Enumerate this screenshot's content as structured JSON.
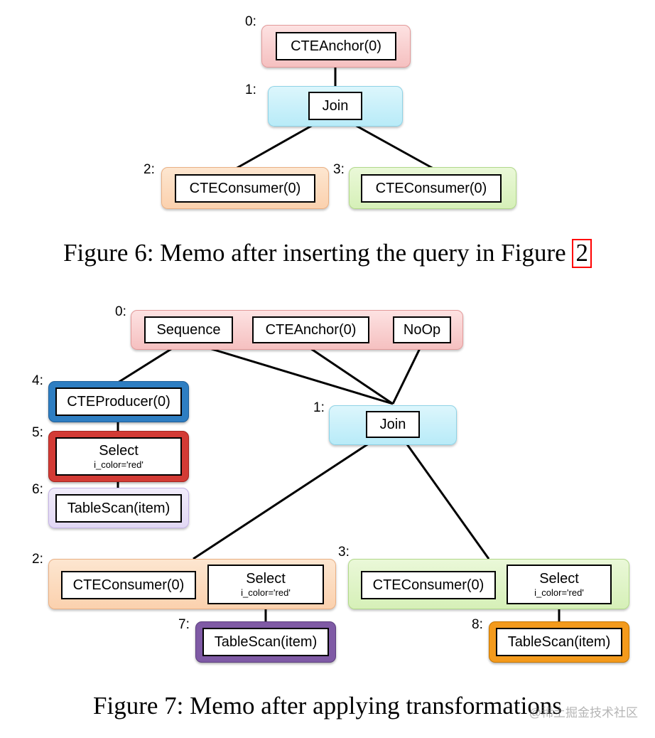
{
  "figure6": {
    "caption_text": "Figure 6: Memo after inserting the query in Figure",
    "caption_ref": "2",
    "groups": [
      {
        "id": "0:",
        "operators": [
          "CTEAnchor(0)"
        ]
      },
      {
        "id": "1:",
        "operators": [
          "Join"
        ]
      },
      {
        "id": "2:",
        "operators": [
          "CTEConsumer(0)"
        ]
      },
      {
        "id": "3:",
        "operators": [
          "CTEConsumer(0)"
        ]
      }
    ]
  },
  "figure7": {
    "caption_text": "Figure 7: Memo after applying transformations",
    "groups": [
      {
        "id": "0:",
        "operators": [
          "Sequence",
          "CTEAnchor(0)",
          "NoOp"
        ]
      },
      {
        "id": "1:",
        "operators": [
          "Join"
        ]
      },
      {
        "id": "2:",
        "operators": [
          "CTEConsumer(0)",
          "Select"
        ],
        "select_predicate": "i_color='red'"
      },
      {
        "id": "3:",
        "operators": [
          "CTEConsumer(0)",
          "Select"
        ],
        "select_predicate": "i_color='red'"
      },
      {
        "id": "4:",
        "operators": [
          "CTEProducer(0)"
        ]
      },
      {
        "id": "5:",
        "operators": [
          "Select"
        ],
        "select_predicate": "i_color='red'"
      },
      {
        "id": "6:",
        "operators": [
          "TableScan(item)"
        ]
      },
      {
        "id": "7:",
        "operators": [
          "TableScan(item)"
        ]
      },
      {
        "id": "8:",
        "operators": [
          "TableScan(item)"
        ]
      }
    ]
  },
  "colors": {
    "group_pink": "#f5c0c0",
    "group_cyan": "#b8ebf8",
    "group_orange": "#fbd1ae",
    "group_green": "#d6f0b8",
    "group_lavender": "#e2d8f4",
    "highlight_blue": "#2e7ec2",
    "highlight_red": "#d33b35",
    "highlight_purple": "#7f5aa5",
    "highlight_orange": "#f39a1c",
    "reference_box": "#ff0000"
  },
  "watermark": "@稀土掘金技术社区"
}
